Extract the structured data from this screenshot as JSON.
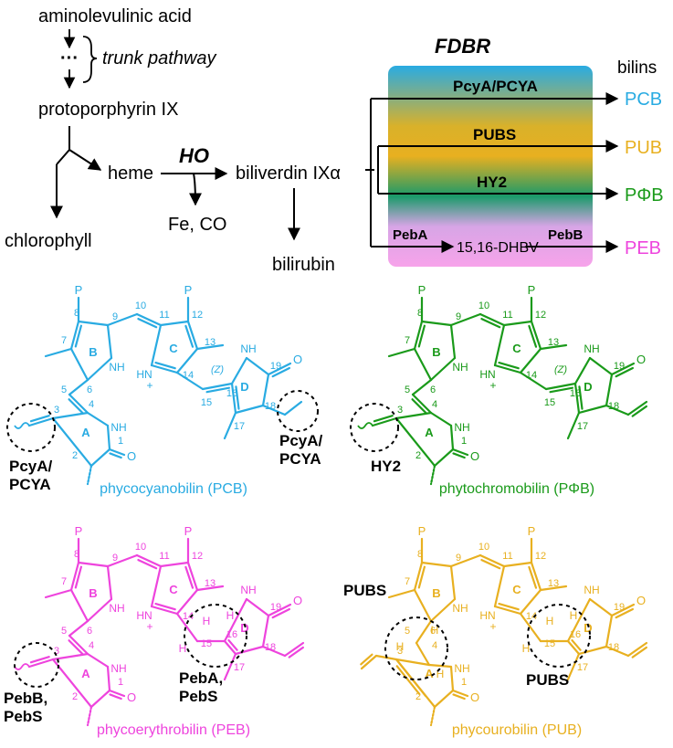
{
  "pathway": {
    "ala": "aminolevulinic acid",
    "dots": "···",
    "trunk": "trunk pathway",
    "proto": "protoporphyrin IX",
    "heme": "heme",
    "ho": "HO",
    "bv": "biliverdin IXα",
    "chlorophyll": "chlorophyll",
    "feco": "Fe, CO",
    "bilirubin": "bilirubin"
  },
  "fdbr": {
    "title": "FDBR",
    "bilins_label": "bilins",
    "enzymes": [
      "PcyA/PCYA",
      "PUBS",
      "HY2"
    ],
    "peba": "PebA",
    "pebb": "PebB",
    "dhbv": "15,16-DHBV",
    "products": [
      {
        "label": "PCB",
        "color": "#29abe2"
      },
      {
        "label": "PUB",
        "color": "#e8b020"
      },
      {
        "label": "PΦB",
        "color": "#1a9a1a"
      },
      {
        "label": "PEB",
        "color": "#ee44dd"
      }
    ]
  },
  "molecules": [
    {
      "id": "pcb",
      "name": "phycocyanobilin (PCB)",
      "color": "#29abe2",
      "enz": [
        "PcyA/",
        "PCYA"
      ],
      "enz2": [
        "PcyA/",
        "PCYA"
      ]
    },
    {
      "id": "pfb",
      "name": "phytochromobilin (PΦB)",
      "color": "#1a9a1a",
      "enz": [
        "HY2"
      ]
    },
    {
      "id": "peb",
      "name": "phycoerythrobilin (PEB)",
      "color": "#ee44dd",
      "enz": [
        "PebB,",
        "PebS"
      ],
      "enz2": [
        "PebA,",
        "PebS"
      ]
    },
    {
      "id": "pub",
      "name": "phycourobilin (PUB)",
      "color": "#e8b020",
      "enz": [
        "PUBS"
      ],
      "enz2": [
        "PUBS"
      ]
    }
  ],
  "atoms": {
    "p": "P",
    "nh": "NH",
    "hn": "HN",
    "h": "H",
    "o": "O",
    "plus": "+",
    "z": "(Z)",
    "rings": [
      "A",
      "B",
      "C",
      "D"
    ],
    "nums": [
      "1",
      "2",
      "3",
      "4",
      "5",
      "6",
      "7",
      "8",
      "9",
      "10",
      "11",
      "12",
      "13",
      "14",
      "15",
      "16",
      "17",
      "18",
      "19"
    ]
  }
}
